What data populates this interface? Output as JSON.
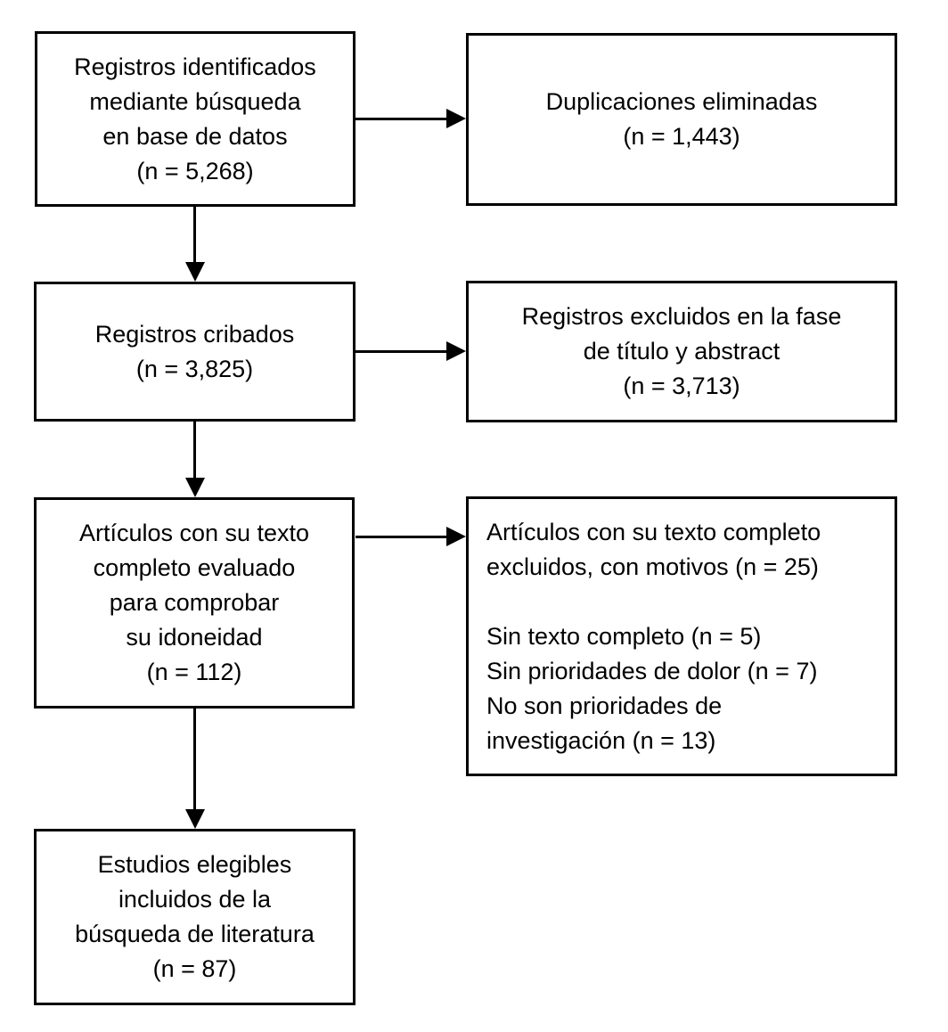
{
  "diagram": {
    "type": "prisma-flowchart",
    "language": "es",
    "colors": {
      "border": "#000000",
      "text": "#000000",
      "background": "#ffffff"
    },
    "boxes": {
      "identified": {
        "n": "5,268",
        "lines": [
          "Registros identificados",
          "mediante búsqueda",
          "en base de datos",
          "(n = 5,268)"
        ]
      },
      "duplicates_removed": {
        "n": "1,443",
        "lines": [
          "Duplicaciones eliminadas",
          "(n = 1,443)"
        ]
      },
      "screened": {
        "n": "3,825",
        "lines": [
          "Registros cribados",
          "(n = 3,825)"
        ]
      },
      "excluded_title_abstract": {
        "n": "3,713",
        "lines": [
          "Registros excluidos en la fase",
          "de título y abstract",
          "(n = 3,713)"
        ]
      },
      "fulltext_assessed": {
        "n": "112",
        "lines": [
          "Artículos con su texto",
          "completo evaluado",
          "para comprobar",
          "su idoneidad",
          "(n = 112)"
        ]
      },
      "fulltext_excluded": {
        "n": "25",
        "lines": [
          "Artículos con su texto completo",
          "excluidos, con motivos (n = 25)",
          "",
          "Sin texto completo (n = 5)",
          "Sin prioridades de dolor (n = 7)",
          "No son prioridades de",
          "investigación (n = 13)"
        ]
      },
      "included": {
        "n": "87",
        "lines": [
          "Estudios elegibles",
          "incluidos de la",
          "búsqueda de literatura",
          "(n = 87)"
        ]
      }
    }
  }
}
